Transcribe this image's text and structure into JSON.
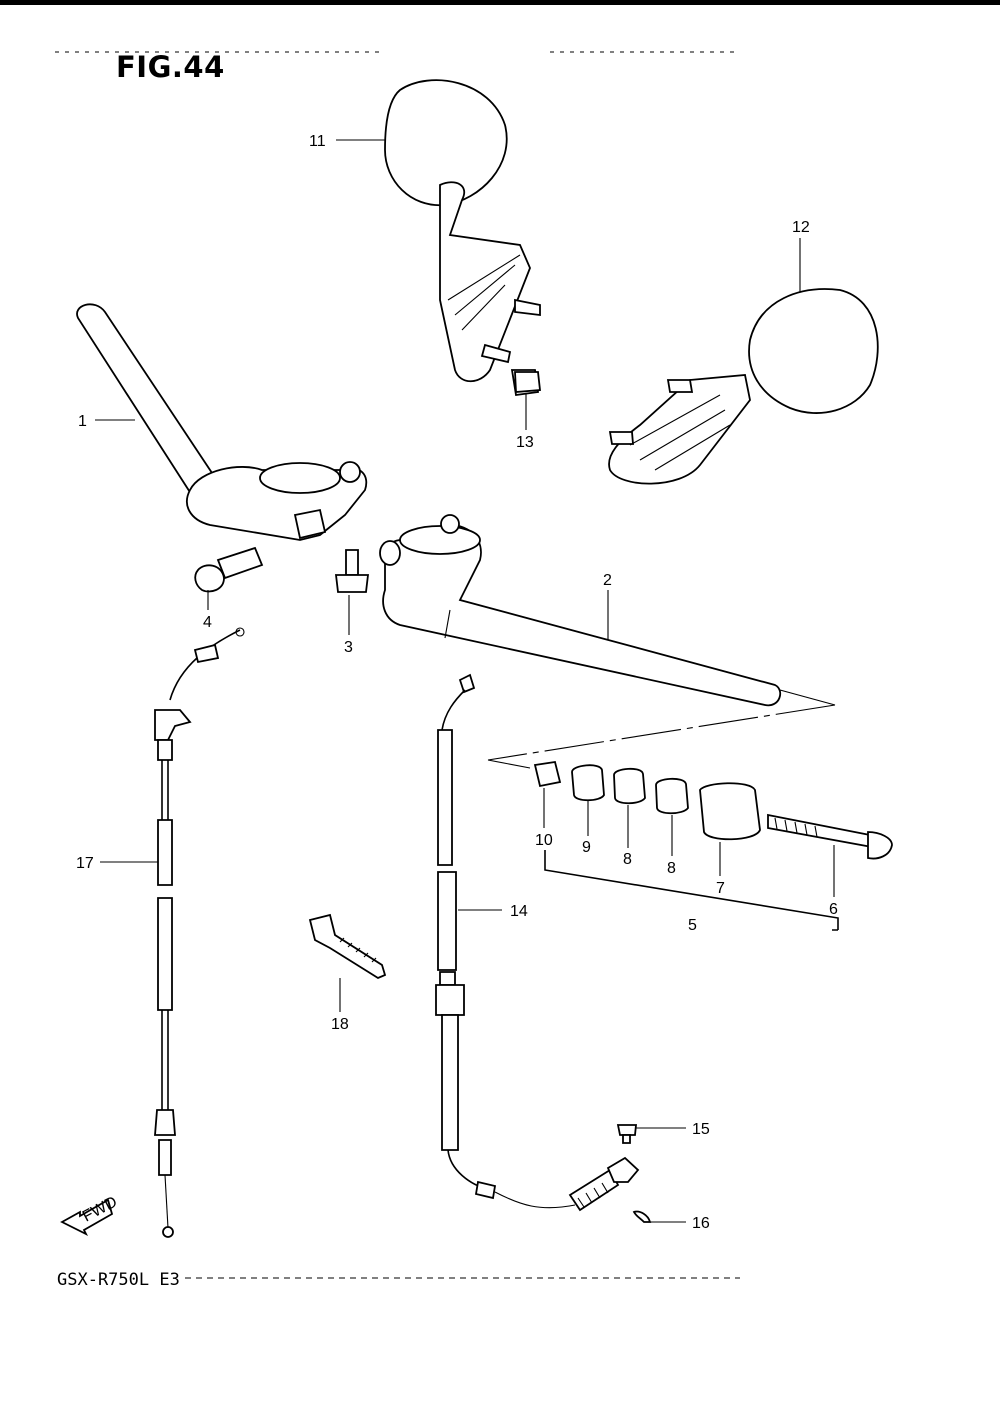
{
  "figure": {
    "title": "FIG.44",
    "model_code": "GSX-R750L  E3",
    "fwd_marker": "FWD"
  },
  "callouts": [
    {
      "id": "1",
      "label": "1"
    },
    {
      "id": "2",
      "label": "2"
    },
    {
      "id": "3",
      "label": "3"
    },
    {
      "id": "4",
      "label": "4"
    },
    {
      "id": "5",
      "label": "5"
    },
    {
      "id": "6",
      "label": "6"
    },
    {
      "id": "7",
      "label": "7"
    },
    {
      "id": "8a",
      "label": "8"
    },
    {
      "id": "8b",
      "label": "8"
    },
    {
      "id": "9",
      "label": "9"
    },
    {
      "id": "10",
      "label": "10"
    },
    {
      "id": "11",
      "label": "11"
    },
    {
      "id": "12",
      "label": "12"
    },
    {
      "id": "13",
      "label": "13"
    },
    {
      "id": "14",
      "label": "14"
    },
    {
      "id": "15",
      "label": "15"
    },
    {
      "id": "16",
      "label": "16"
    },
    {
      "id": "17",
      "label": "17"
    },
    {
      "id": "18",
      "label": "18"
    }
  ]
}
